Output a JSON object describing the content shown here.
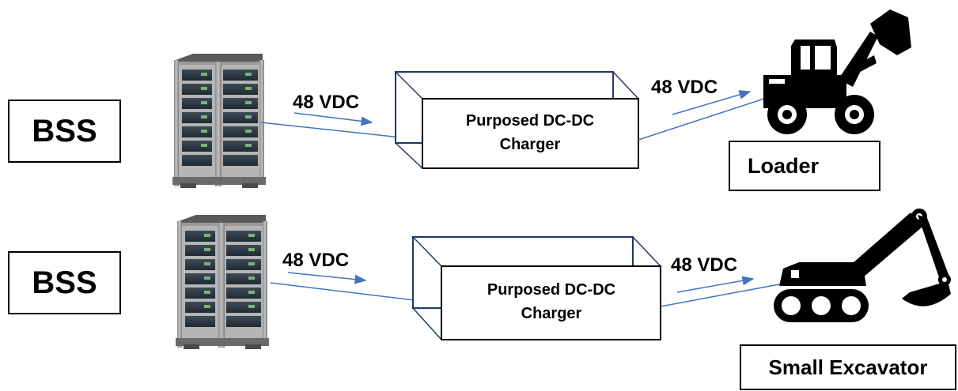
{
  "rows": [
    {
      "source_label": "BSS",
      "input_voltage": "48 VDC",
      "charger_line1": "Purposed DC-DC",
      "charger_line2": "Charger",
      "output_voltage": "48 VDC",
      "vehicle_label": "Loader",
      "vehicle_icon": "loader-icon",
      "source_icon": "battery-rack-icon"
    },
    {
      "source_label": "BSS",
      "input_voltage": "48 VDC",
      "charger_line1": "Purposed DC-DC",
      "charger_line2": "Charger",
      "output_voltage": "48 VDC",
      "vehicle_label": "Small Excavator",
      "vehicle_icon": "excavator-icon",
      "source_icon": "battery-rack-icon"
    }
  ],
  "colors": {
    "arrow": "#4472c4",
    "charger_outline": "#1f3864",
    "vehicle": "#000000",
    "battery_frame": "#6b6b6b",
    "battery_module": "#2e3a44"
  }
}
